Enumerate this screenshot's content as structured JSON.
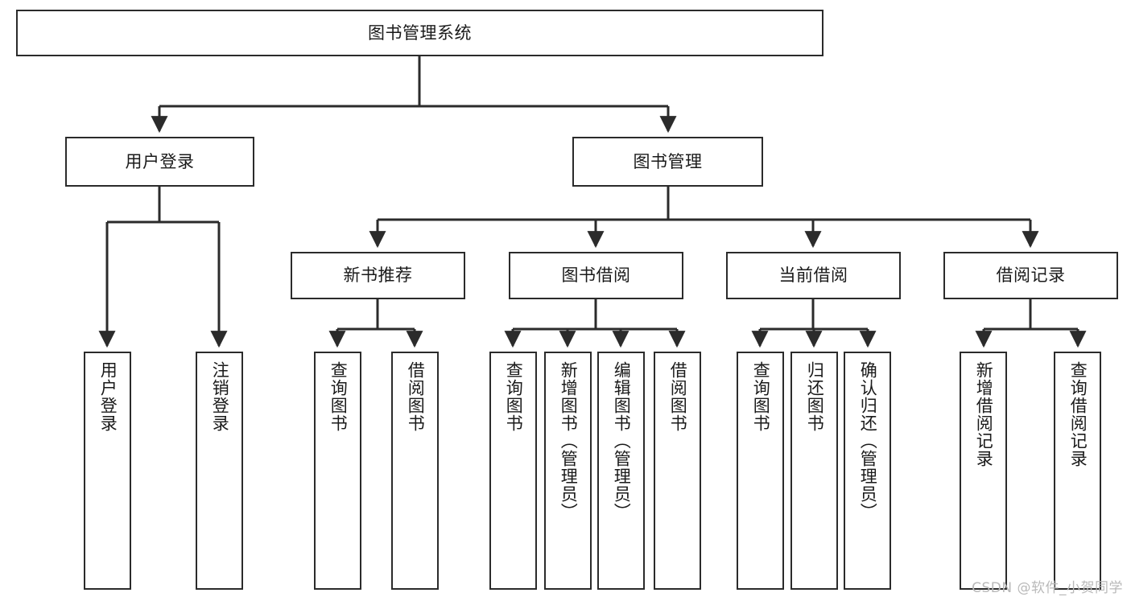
{
  "diagram": {
    "title": "图书管理系统",
    "type": "功能结构图",
    "watermark": "CSDN @软件_小贺同学",
    "colors": {
      "stroke": "#2b2b2b",
      "fill": "#ffffff",
      "text": "#1a1a1a",
      "watermark": "#b9b9b9"
    },
    "nodes": {
      "root": {
        "label": "图书管理系统"
      },
      "level2": [
        {
          "label": "用户登录"
        },
        {
          "label": "图书管理"
        }
      ],
      "level3": [
        {
          "label": "新书推荐"
        },
        {
          "label": "图书借阅"
        },
        {
          "label": "当前借阅"
        },
        {
          "label": "借阅记录"
        }
      ],
      "leaves": [
        {
          "label": "用户登录",
          "parent": "用户登录"
        },
        {
          "label": "注销登录",
          "parent": "用户登录"
        },
        {
          "label": "查询图书",
          "parent": "新书推荐"
        },
        {
          "label": "借阅图书",
          "parent": "新书推荐"
        },
        {
          "label": "查询图书",
          "parent": "图书借阅"
        },
        {
          "label": "新增图书（管理员）",
          "parent": "图书借阅"
        },
        {
          "label": "编辑图书（管理员）",
          "parent": "图书借阅"
        },
        {
          "label": "借阅图书",
          "parent": "图书借阅"
        },
        {
          "label": "查询图书",
          "parent": "当前借阅"
        },
        {
          "label": "归还图书",
          "parent": "当前借阅"
        },
        {
          "label": "确认归还（管理员）",
          "parent": "当前借阅"
        },
        {
          "label": "新增借阅记录",
          "parent": "借阅记录"
        },
        {
          "label": "查询借阅记录",
          "parent": "借阅记录"
        }
      ]
    }
  }
}
